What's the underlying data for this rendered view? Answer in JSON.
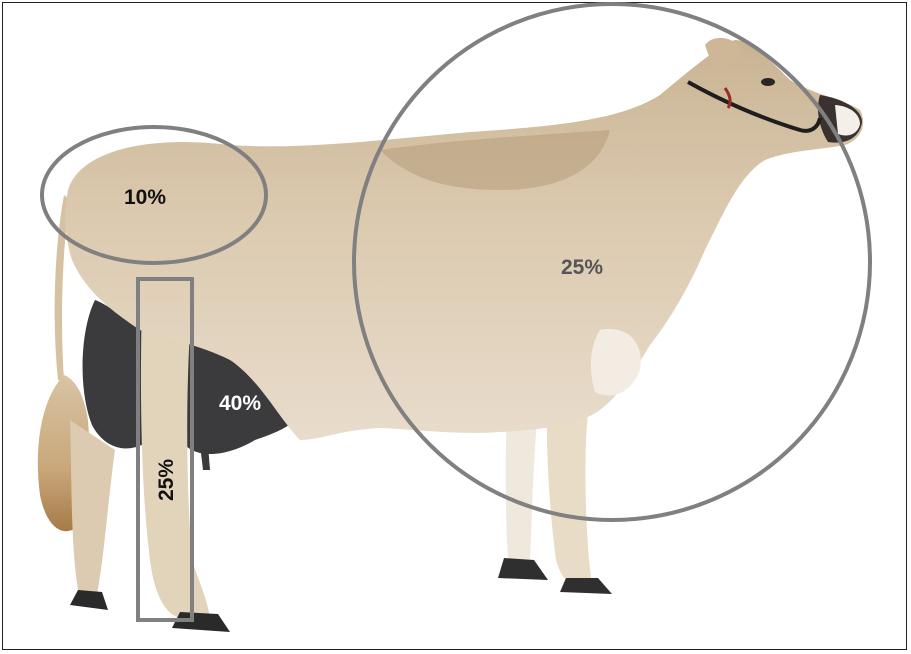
{
  "colors": {
    "coat": "#d9c6a8",
    "coat_dark": "#b9a27f",
    "udder": "#3b3b3d",
    "outline": "#808080",
    "label_dark": "#111111",
    "label_light": "#ffffff",
    "label_grey": "#555555"
  },
  "regions": {
    "rump": {
      "label": "10%",
      "shape": "ellipse"
    },
    "leg": {
      "label": "25%",
      "shape": "rectangle"
    },
    "udder": {
      "label": "40%",
      "shape": "none"
    },
    "front": {
      "label": "25%",
      "shape": "circle"
    }
  }
}
